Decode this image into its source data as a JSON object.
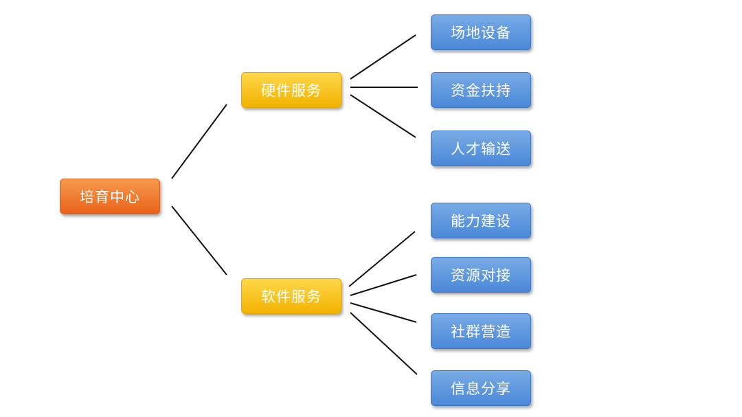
{
  "diagram": {
    "root": {
      "label": "培育中心"
    },
    "branches": [
      {
        "label": "硬件服务",
        "children": [
          {
            "label": "场地设备"
          },
          {
            "label": "资金扶持"
          },
          {
            "label": "人才输送"
          }
        ]
      },
      {
        "label": "软件服务",
        "children": [
          {
            "label": "能力建设"
          },
          {
            "label": "资源对接"
          },
          {
            "label": "社群营造"
          },
          {
            "label": "信息分享"
          }
        ]
      }
    ]
  },
  "colors": {
    "root": "#ed7125",
    "branch": "#fbc60f",
    "leaf": "#5b95de",
    "connector": "#111111",
    "text": "#ffffff"
  }
}
